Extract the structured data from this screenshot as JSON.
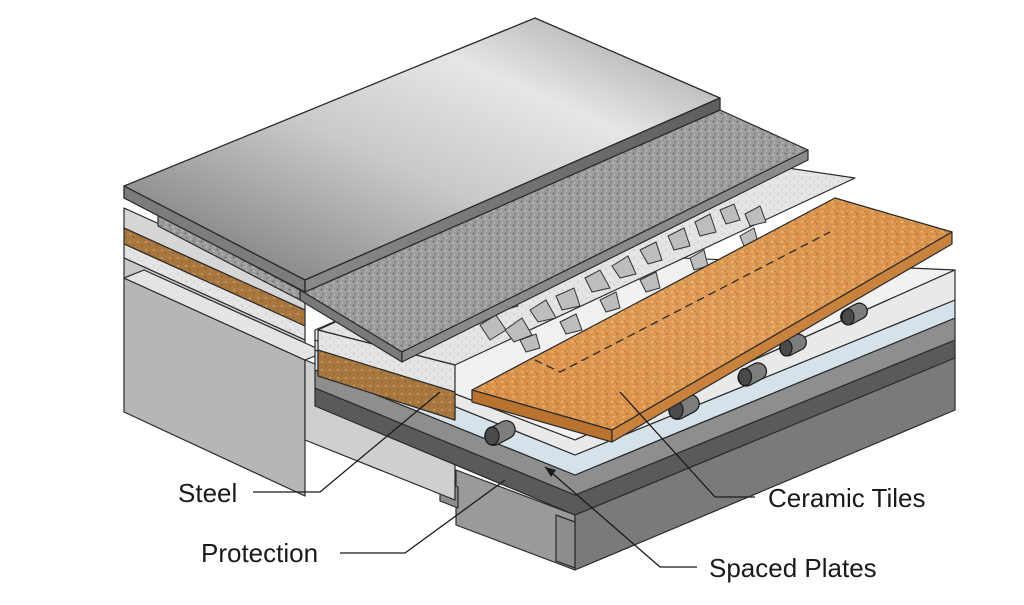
{
  "diagram": {
    "labels": {
      "steel": "Steel",
      "protection": "Protection",
      "ceramic_tiles": "Ceramic Tiles",
      "spaced_plates": "Spaced Plates"
    },
    "colors": {
      "steel_light": "#d8d8d8",
      "steel_dark": "#7a7a7a",
      "ceramic": "#d9954a",
      "ceramic_light": "#f0c080",
      "protection_light": "#eeeeee",
      "spaced_plate_blue": "#d6e2ea",
      "dark_plate": "#555555",
      "outline": "#2a2a2a"
    }
  }
}
